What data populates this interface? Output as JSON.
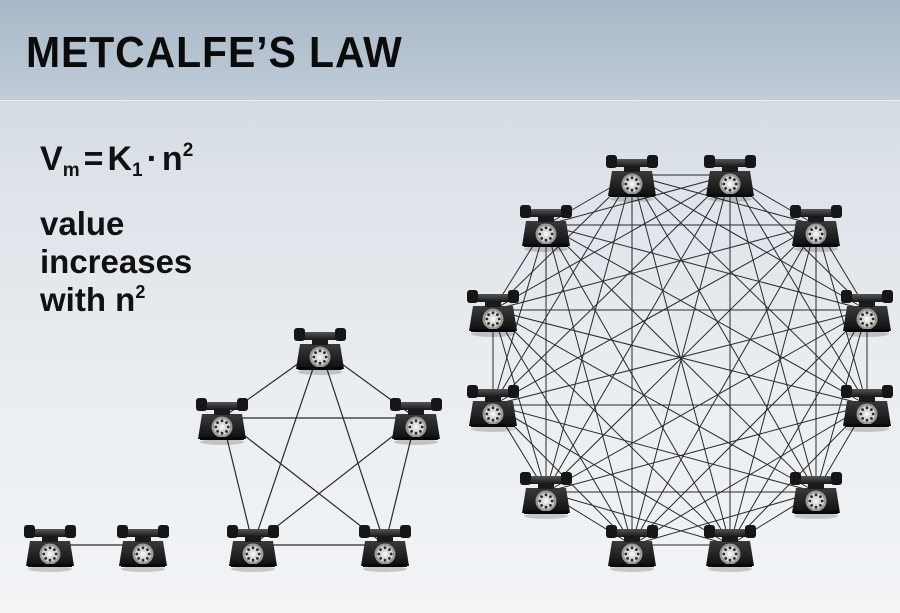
{
  "header": {
    "title": "METCALFE’S LAW"
  },
  "formula": {
    "v": "V",
    "v_sub": "m",
    "equals": "=",
    "k": "K",
    "k_sub": "1",
    "dot": "·",
    "n": "n",
    "n_exp": "2"
  },
  "caption": {
    "line1": "value",
    "line2": "increases",
    "line3": "with n",
    "line3_exp": "2"
  },
  "networks": [
    {
      "name": "two-phones",
      "nodes": 2
    },
    {
      "name": "five-phones",
      "nodes": 5
    },
    {
      "name": "twelve-phones",
      "nodes": 12
    }
  ],
  "colors": {
    "header": "#b0bece",
    "line": "#2a2a2a",
    "phone": "#1c1c1c"
  },
  "icons": {
    "node": "telephone-icon"
  }
}
